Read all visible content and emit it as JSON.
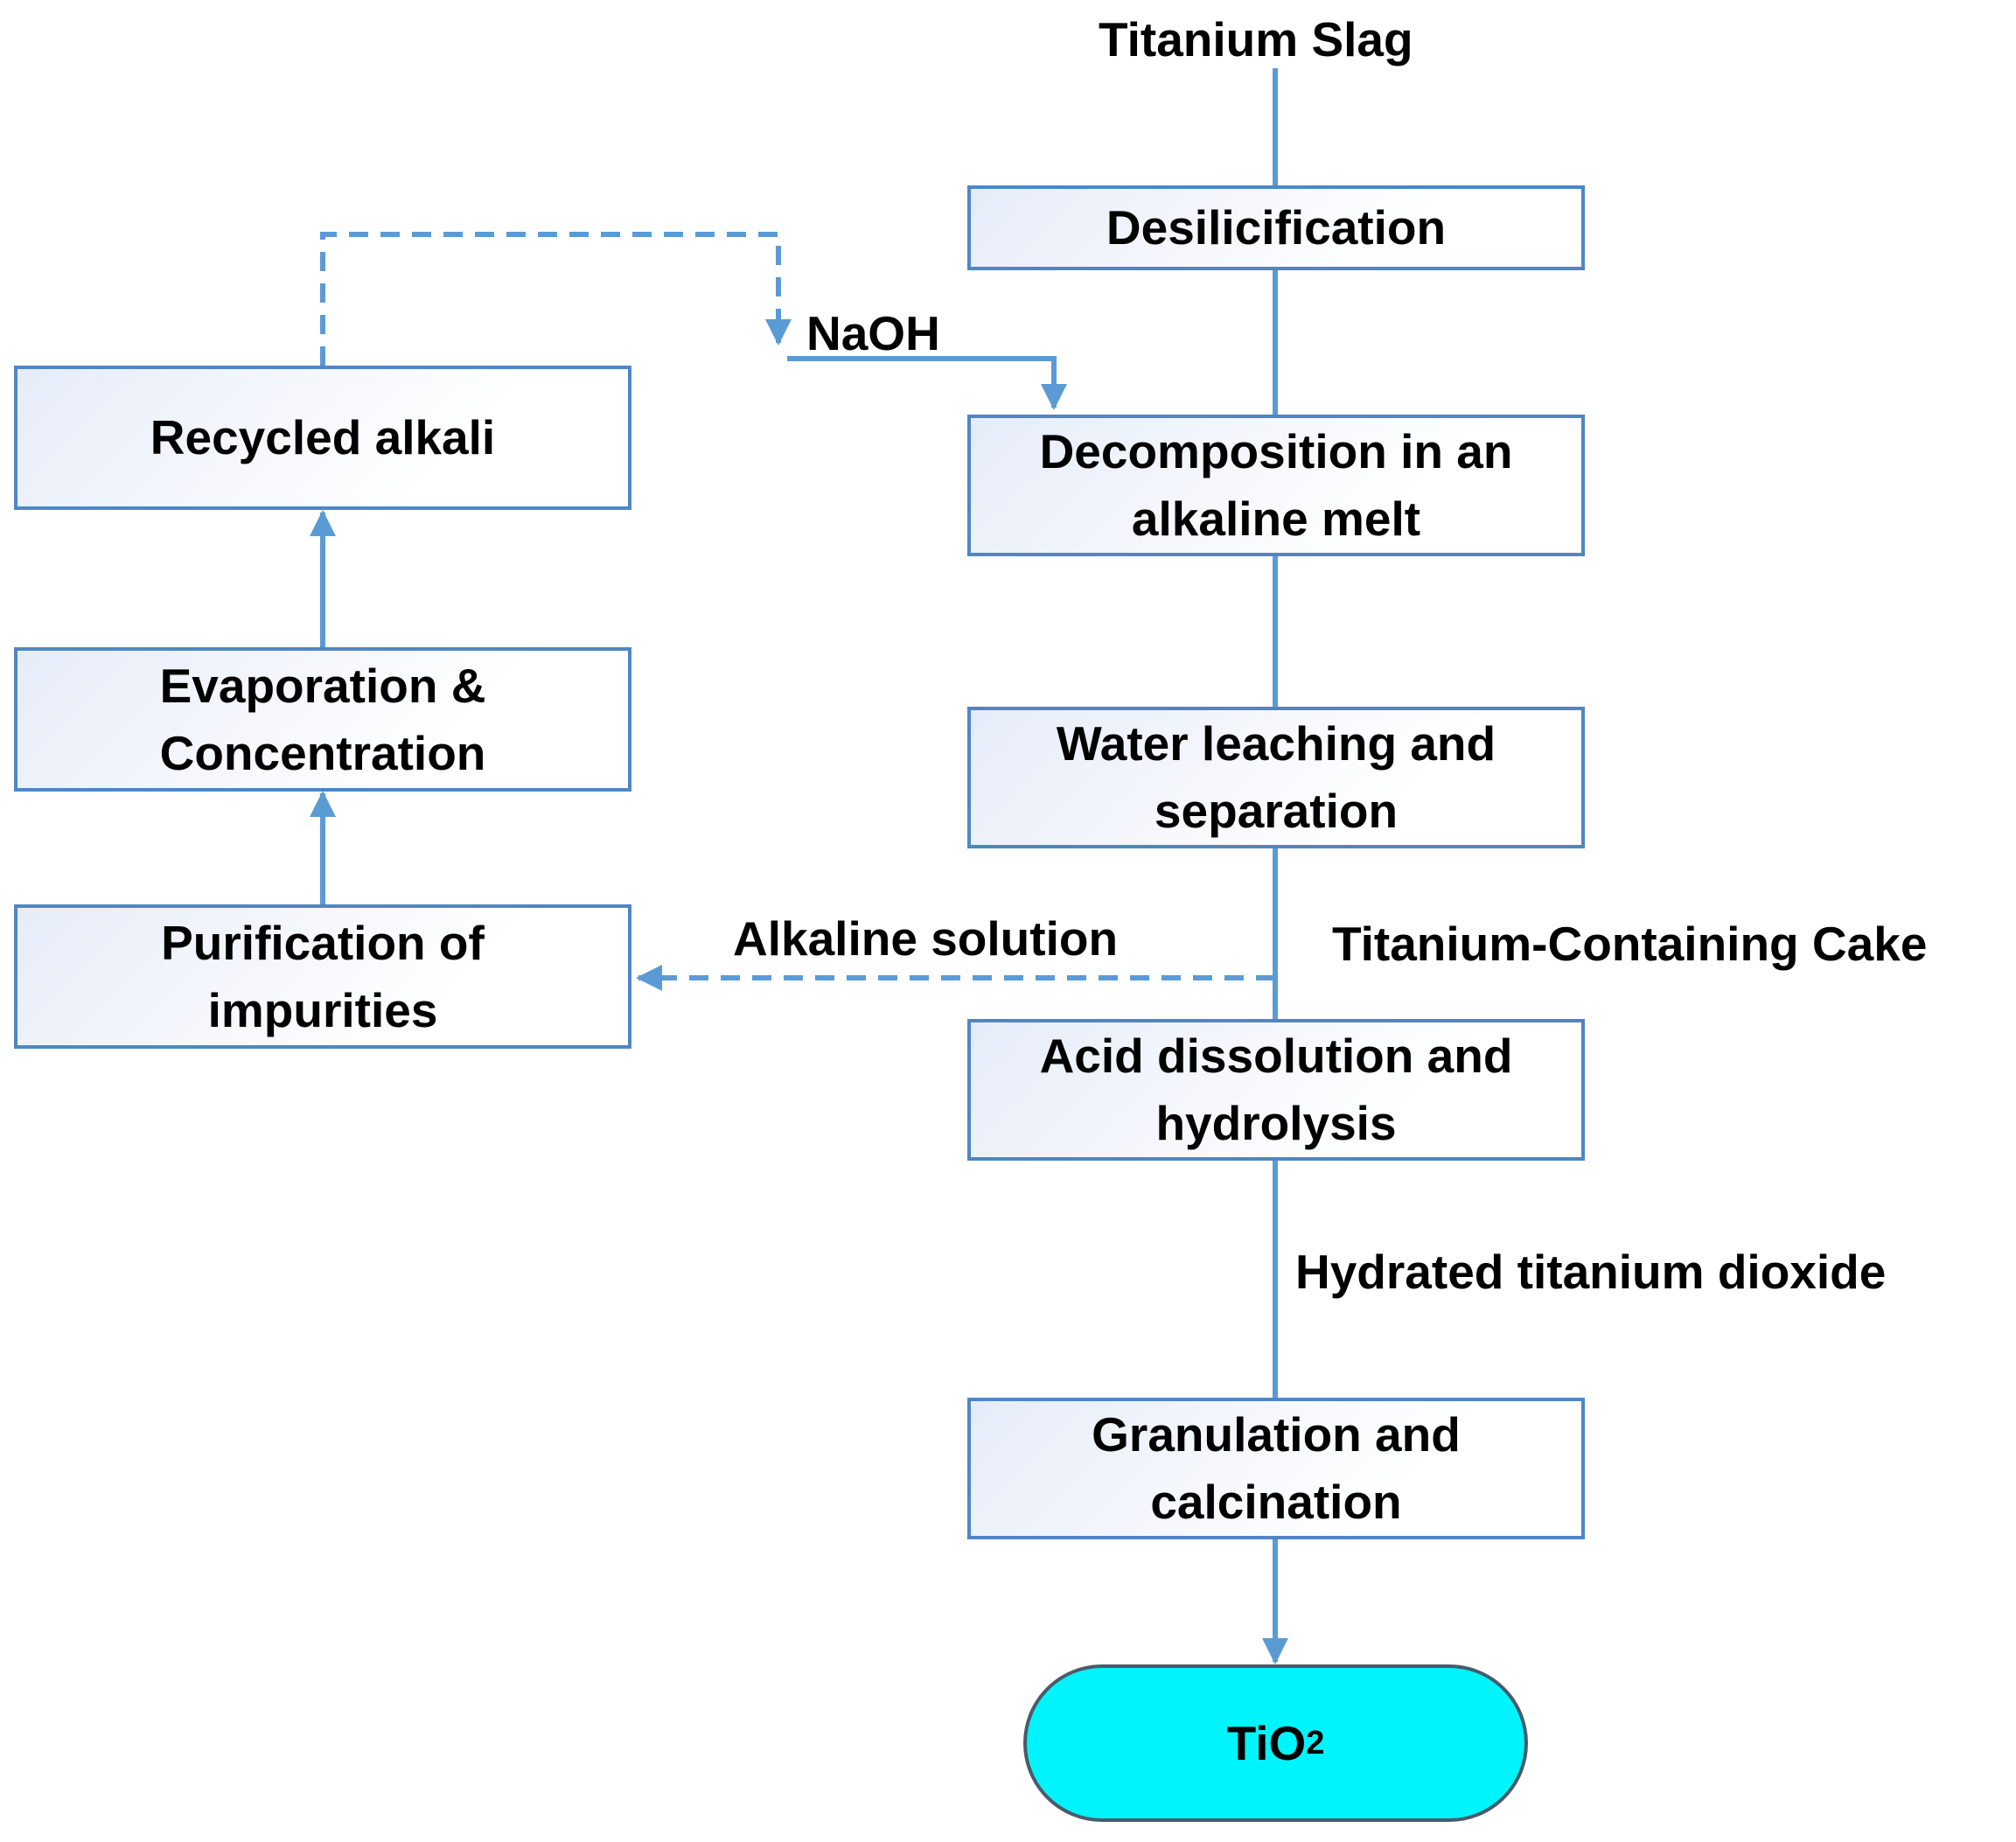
{
  "labels": {
    "input": "Titanium Slag",
    "naoh": "NaOH",
    "alkaline_solution": "Alkaline solution",
    "cake": "Titanium-Containing Cake",
    "hydrated": "Hydrated titanium dioxide"
  },
  "steps": {
    "desilicification": "Desilicification",
    "decomposition": "Decomposition in an alkaline melt",
    "leaching": "Water leaching and separation",
    "acid": "Acid dissolution and hydrolysis",
    "granulation": "Granulation and calcination",
    "recycled": "Recycled alkali",
    "evaporation": "Evaporation & Concentration",
    "purification": "Purification of impurities"
  },
  "product": {
    "name": "TiO",
    "subscript": "2"
  },
  "colors": {
    "line": "#5b9bd5",
    "box_border": "#4f86c6",
    "box_fill": "#e6ecf8",
    "product_fill": "#00f4fb"
  }
}
